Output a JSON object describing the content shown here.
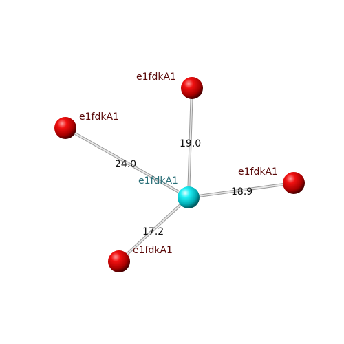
{
  "diagram": {
    "center": {
      "label": "e1fdkA1",
      "color": "#00e5ee",
      "label_color": "#2a6f78"
    },
    "neighbors": [
      {
        "id": "top",
        "label": "e1fdkA1",
        "distance": "19.0",
        "color": "#e00000",
        "label_color": "#5a0a0a"
      },
      {
        "id": "left",
        "label": "e1fdkA1",
        "distance": "24.0",
        "color": "#e00000",
        "label_color": "#5a0a0a"
      },
      {
        "id": "right",
        "label": "e1fdkA1",
        "distance": "18.9",
        "color": "#e00000",
        "label_color": "#5a0a0a"
      },
      {
        "id": "bottom",
        "label": "e1fdkA1",
        "distance": "17.2",
        "color": "#e00000",
        "label_color": "#5a0a0a"
      }
    ],
    "edge_color": "#cfcfcf",
    "distance_label_color": "#111111"
  }
}
